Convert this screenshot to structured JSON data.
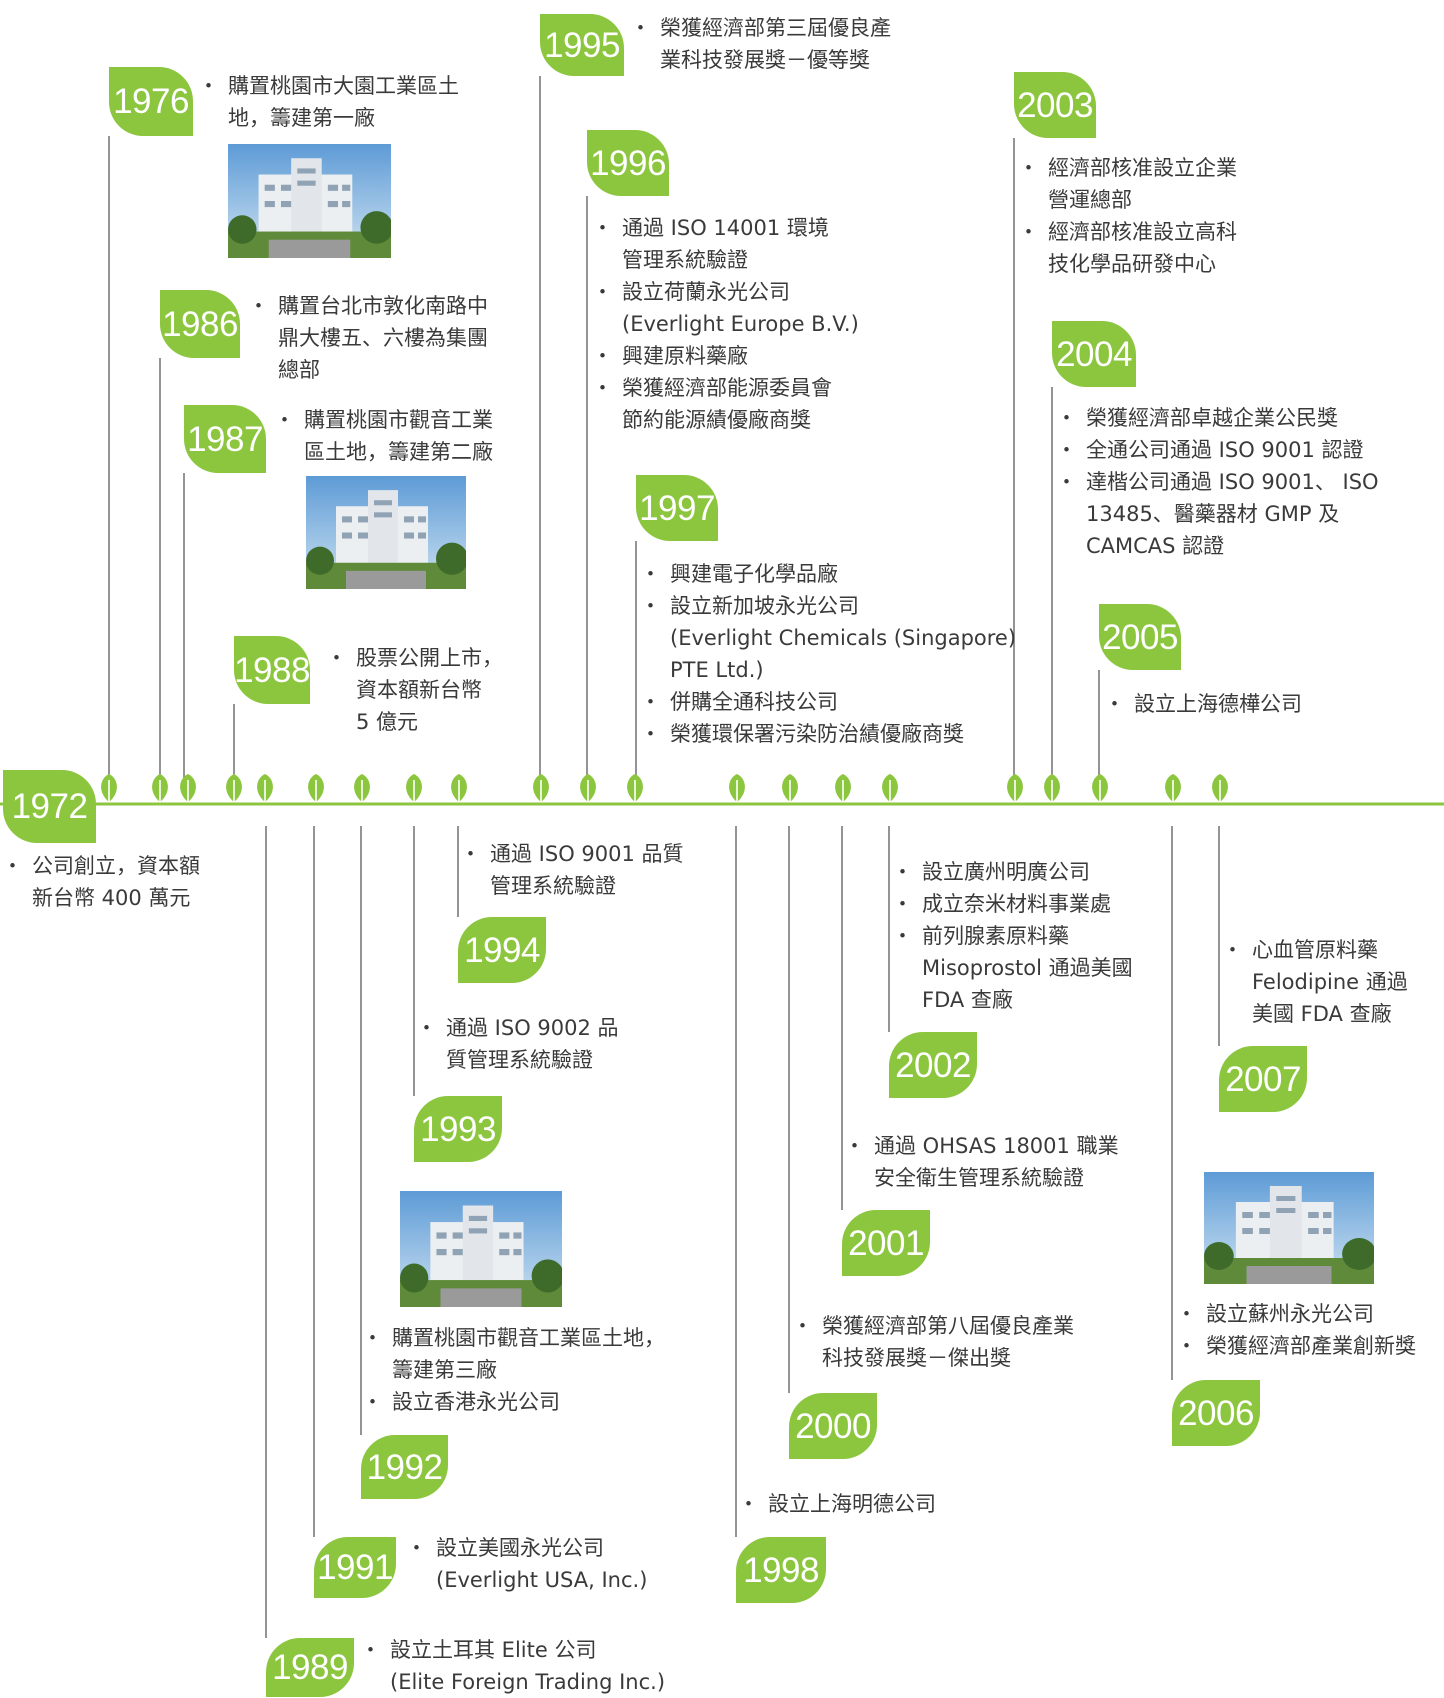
{
  "colors": {
    "accent": "#8cc63f",
    "text": "#3a3a3a"
  },
  "events": [
    {
      "year": "1972",
      "items": [
        "公司創立，資本額\n新台幣 400 萬元"
      ]
    },
    {
      "year": "1976",
      "items": [
        "購置桃園市大園工業區土\n地，籌建第一廠"
      ],
      "photo": "factory-1-photo"
    },
    {
      "year": "1986",
      "items": [
        "購置台北市敦化南路中\n鼎大樓五、六樓為集團\n總部"
      ]
    },
    {
      "year": "1987",
      "items": [
        "購置桃園市觀音工業\n區土地，籌建第二廠"
      ],
      "photo": "factory-2-photo"
    },
    {
      "year": "1988",
      "items": [
        "股票公開上市，\n資本額新台幣\n5 億元"
      ]
    },
    {
      "year": "1989",
      "items": [
        "設立土耳其 Elite 公司\n(Elite Foreign Trading Inc.)"
      ]
    },
    {
      "year": "1991",
      "items": [
        "設立美國永光公司\n(Everlight USA, Inc.)"
      ]
    },
    {
      "year": "1992",
      "items": [
        "購置桃園市觀音工業區土地，\n籌建第三廠",
        "設立香港永光公司"
      ],
      "photo": "factory-3-photo"
    },
    {
      "year": "1993",
      "items": [
        "通過 ISO  9002 品\n質管理系統驗證"
      ]
    },
    {
      "year": "1994",
      "items": [
        "通過 ISO  9001 品質\n管理系統驗證"
      ]
    },
    {
      "year": "1995",
      "items": [
        "榮獲經濟部第三屆優良產\n業科技發展獎－優等獎"
      ]
    },
    {
      "year": "1996",
      "items": [
        "通過 ISO  14001 環境\n管理系統驗證",
        "設立荷蘭永光公司\n(Everlight Europe B.V.)",
        "興建原料藥廠",
        "榮獲經濟部能源委員會\n節約能源績優廠商獎"
      ]
    },
    {
      "year": "1997",
      "items": [
        "興建電子化學品廠",
        "設立新加坡永光公司\n(Everlight Chemicals (Singapore)\nPTE Ltd.)",
        "併購全通科技公司",
        "榮獲環保署污染防治績優廠商獎"
      ]
    },
    {
      "year": "1998",
      "items": [
        "設立上海明德公司"
      ]
    },
    {
      "year": "2000",
      "items": [
        "榮獲經濟部第八屆優良產業\n科技發展獎－傑出獎"
      ]
    },
    {
      "year": "2001",
      "items": [
        "通過 OHSAS 18001 職業\n安全衛生管理系統驗證"
      ]
    },
    {
      "year": "2002",
      "items": [
        "設立廣州明廣公司",
        "成立奈米材料事業處",
        "前列腺素原料藥\nMisoprostol 通過美國\nFDA 查廠"
      ]
    },
    {
      "year": "2003",
      "items": [
        "經濟部核准設立企業\n營運總部",
        "經濟部核准設立高科\n技化學品研發中心"
      ]
    },
    {
      "year": "2004",
      "items": [
        "榮獲經濟部卓越企業公民獎",
        "全通公司通過 ISO  9001 認證",
        "達楷公司通過 ISO 9001、 ISO\n13485、醫藥器材 GMP 及\nCAMCAS 認證"
      ]
    },
    {
      "year": "2005",
      "items": [
        "設立上海德樺公司"
      ]
    },
    {
      "year": "2006",
      "items": [
        "設立蘇州永光公司",
        "榮獲經濟部產業創新獎"
      ],
      "photo": "factory-suzhou-photo"
    },
    {
      "year": "2007",
      "items": [
        "心血管原料藥\nFelodipine 通過\n美國 FDA 查廠"
      ]
    }
  ]
}
